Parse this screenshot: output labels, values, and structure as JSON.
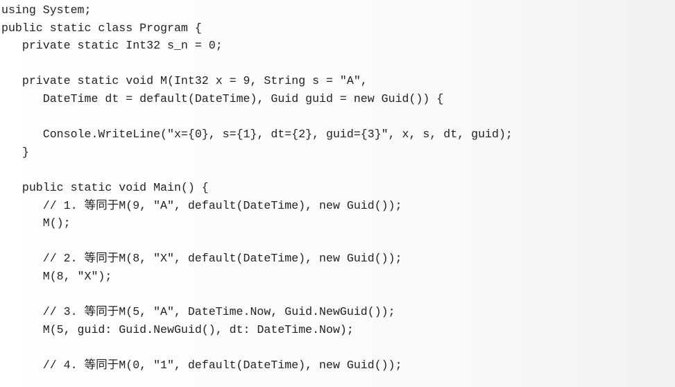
{
  "code": {
    "lines": [
      "using System;",
      "public static class Program {",
      "   private static Int32 s_n = 0;",
      "",
      "   private static void M(Int32 x = 9, String s = \"A\",",
      "      DateTime dt = default(DateTime), Guid guid = new Guid()) {",
      "",
      "      Console.WriteLine(\"x={0}, s={1}, dt={2}, guid={3}\", x, s, dt, guid);",
      "   }",
      "",
      "   public static void Main() {",
      "      // 1. 等同于M(9, \"A\", default(DateTime), new Guid());",
      "      M();",
      "",
      "      // 2. 等同于M(8, \"X\", default(DateTime), new Guid());",
      "      M(8, \"X\");",
      "",
      "      // 3. 等同于M(5, \"A\", DateTime.Now, Guid.NewGuid());",
      "      M(5, guid: Guid.NewGuid(), dt: DateTime.Now);",
      "",
      "      // 4. 等同于M(0, \"1\", default(DateTime), new Guid());"
    ]
  }
}
